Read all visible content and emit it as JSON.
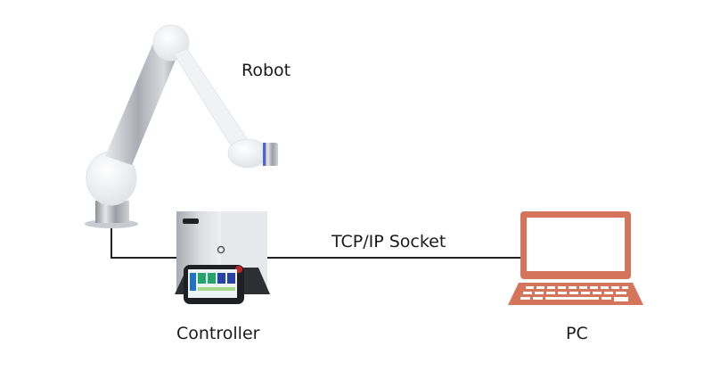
{
  "diagram": {
    "title": "Robot - Controller - PC connection",
    "nodes": [
      {
        "id": "robot",
        "label": "Robot",
        "icon": "robot-arm-icon"
      },
      {
        "id": "controller",
        "label": "Controller",
        "icon": "controller-cabinet-icon"
      },
      {
        "id": "pc",
        "label": "PC",
        "icon": "laptop-icon"
      }
    ],
    "edges": [
      {
        "from": "robot",
        "to": "controller",
        "label": ""
      },
      {
        "from": "controller",
        "to": "pc",
        "label": "TCP/IP Socket"
      }
    ],
    "colors": {
      "laptop": "#d4745a",
      "line": "#222222",
      "text": "#1a1a1a",
      "robot_body": "#f2f3f5",
      "robot_tube": "#b8bcc2",
      "accent_ring": "#4a62e0",
      "estop": "#c0262b"
    }
  }
}
